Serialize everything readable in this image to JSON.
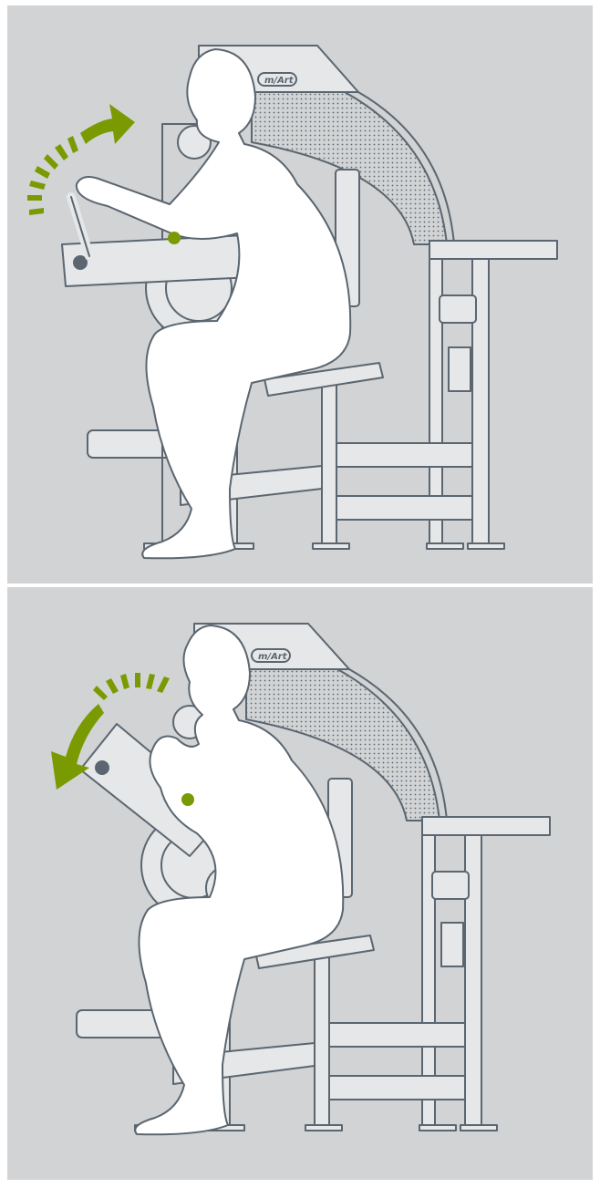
{
  "colors": {
    "panel_background": "#d1d3d4",
    "line": "#5b6670",
    "figure_fill": "#ffffff",
    "accent_green": "#7a9a01",
    "machine_fill": "#e6e7e8",
    "pad_dots": "#5b6670"
  },
  "machine": {
    "brand_label": "m/Art"
  },
  "panels": [
    {
      "phase": "start",
      "arrow_direction": "up",
      "icons": [
        "green-curved-arrow-up-icon",
        "green-elbow-pivot-dot-icon"
      ]
    },
    {
      "phase": "end",
      "arrow_direction": "down",
      "icons": [
        "green-curved-arrow-down-icon",
        "green-elbow-pivot-dot-icon"
      ]
    }
  ]
}
